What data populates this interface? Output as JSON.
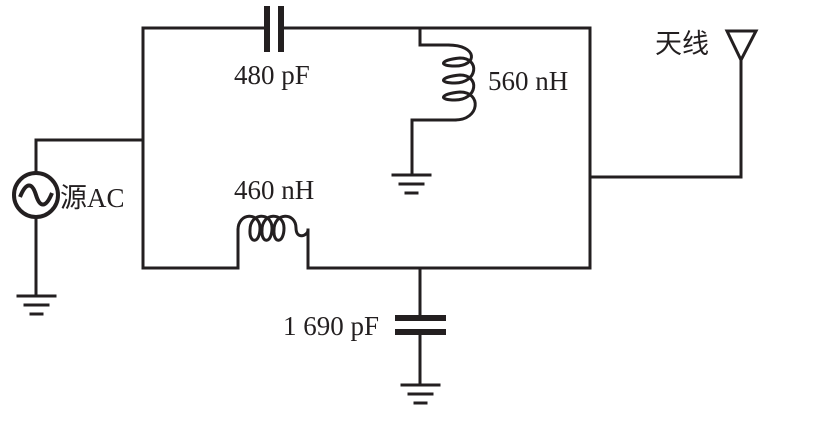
{
  "diagram": {
    "labels": {
      "c_series": "480 pF",
      "l_shunt": "560 nH",
      "l_series": "460 nH",
      "c_shunt": "1 690 pF",
      "source": "源AC",
      "antenna": "天线"
    },
    "colors": {
      "line": "#231f20",
      "background": "#ffffff"
    }
  }
}
